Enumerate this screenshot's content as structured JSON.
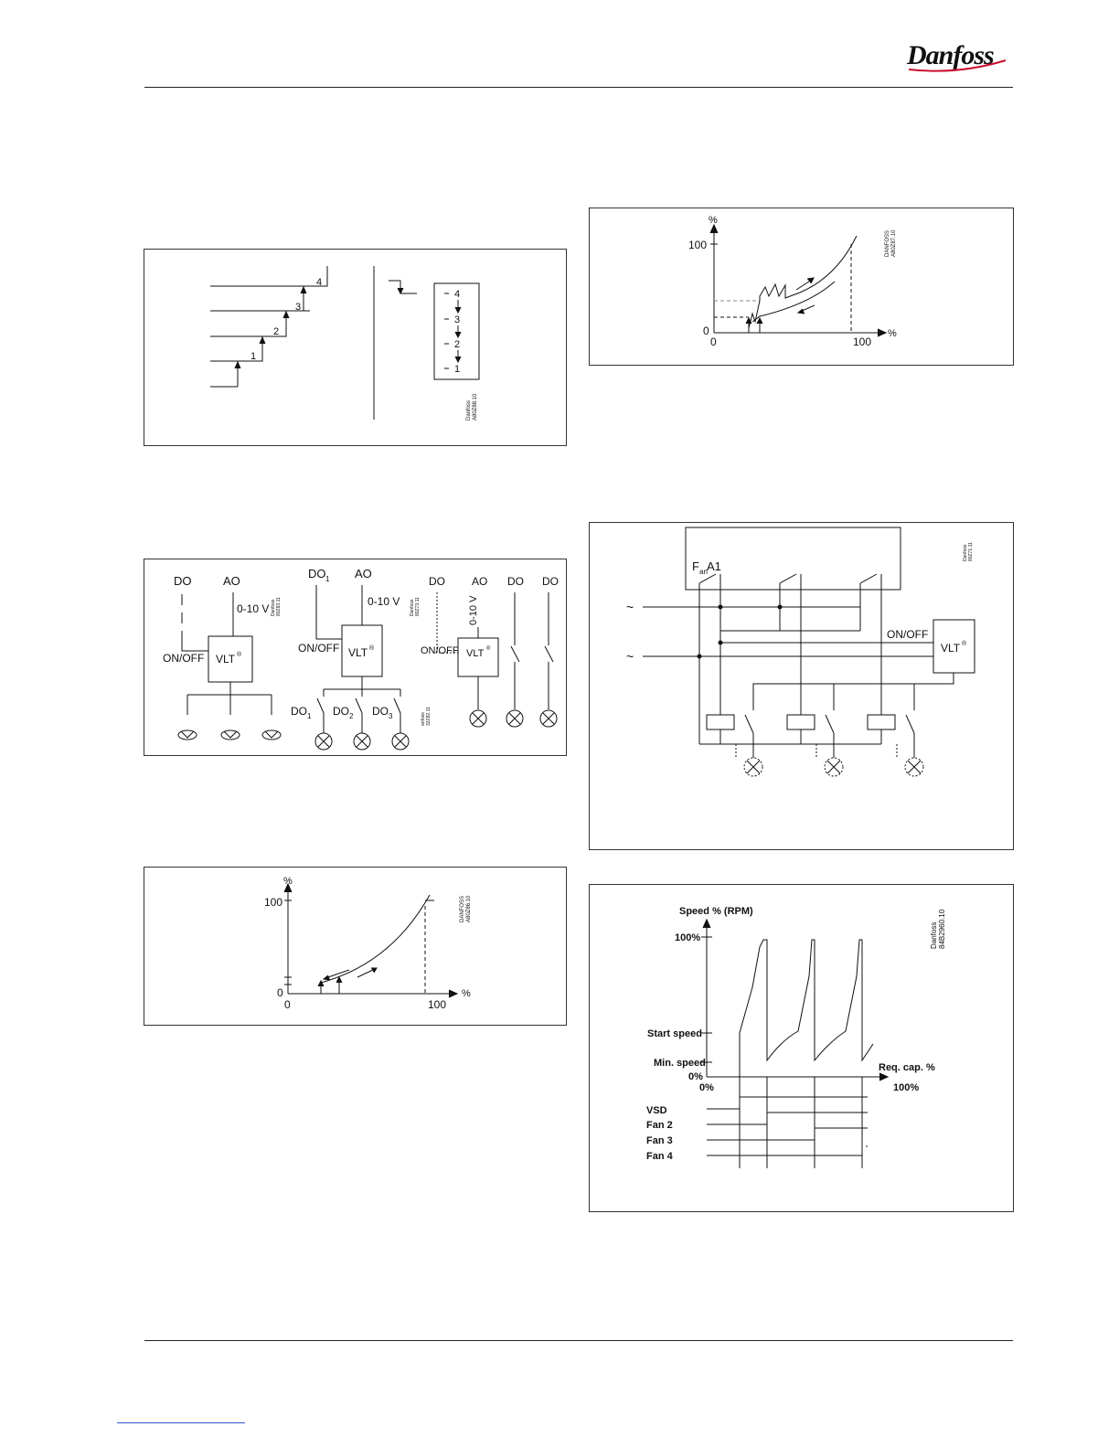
{
  "header": {
    "logo_text": "Danfoss"
  },
  "fig_steps": {
    "step_labels": [
      "1",
      "2",
      "3",
      "4"
    ],
    "box_labels": [
      "4",
      "3",
      "2",
      "1"
    ],
    "code_line1": "Danfoss",
    "code_line2": "A80Z88.10"
  },
  "fig_vlt": {
    "left": {
      "do": "DO",
      "ao": "AO",
      "volt": "0-10 V",
      "onoff": "ON/OFF",
      "vlt": "VLT",
      "reg": "®"
    },
    "middle": {
      "do1_main": "DO",
      "do1_sub": "1",
      "ao": "AO",
      "volt": "0-10 V",
      "onoff": "ON/OFF",
      "vlt": "VLT",
      "reg": "®",
      "do_base": "DO",
      "subs": [
        "1",
        "2",
        "3"
      ]
    },
    "right": {
      "do": "DO",
      "ao": "AO",
      "volt": "0-10 V",
      "onoff": "ON/OFF",
      "vlt": "VLT",
      "reg": "®",
      "do2": "DO",
      "do3": "DO"
    },
    "code_a1": "Danfoss",
    "code_a2": "80Z83.11",
    "code_b1": "Danfoss",
    "code_b2": "80Z73.11",
    "code_c1": "anfoss",
    "code_c2": "32Z82.11"
  },
  "fig_curve1": {
    "y_unit": "%",
    "x_unit": "%",
    "y_max": "100",
    "y_zero": "0",
    "x_zero": "0",
    "x_max": "100",
    "code1": "DANFOSS",
    "code2": "A80Z86.10"
  },
  "fig_curve2": {
    "y_unit": "%",
    "x_unit": "%",
    "y_max": "100",
    "y_zero": "0",
    "x_zero": "0",
    "x_max": "100",
    "code1": "DANFOSS",
    "code2": "A80Z87.10"
  },
  "fig_relay": {
    "fan_main": "F",
    "fan_sub": "an",
    "fan_rest": " A1",
    "onoff": "ON/OFF",
    "vlt": "VLT",
    "reg": "®",
    "tilde": "~",
    "code1": "Danfoss",
    "code2": "80Z71.11"
  },
  "fig_speed": {
    "y_title": "Speed % (RPM)",
    "y_100": "100%",
    "start_speed": "Start speed",
    "min_speed": "Min. speed",
    "y_0": "0%",
    "x_0": "0%",
    "x_title": "Req. cap. %",
    "x_100": "100%",
    "rows": [
      "VSD",
      "Fan 2",
      "Fan 3",
      "Fan 4"
    ],
    "code1": "Danfoss",
    "code2": "84B2960.10"
  }
}
